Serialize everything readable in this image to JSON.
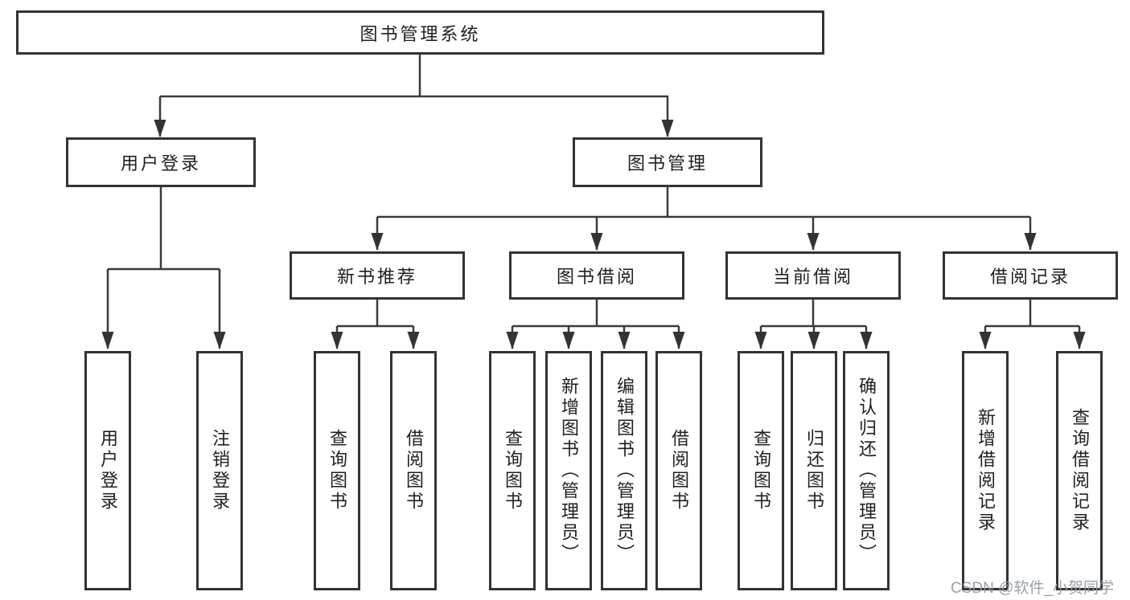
{
  "diagram": {
    "root": {
      "label": "图书管理系统"
    },
    "branches": [
      {
        "label": "用户登录",
        "children": [
          {
            "label": "用户登录"
          },
          {
            "label": "注销登录"
          }
        ]
      },
      {
        "label": "图书管理",
        "children": [
          {
            "label": "新书推荐",
            "children": [
              {
                "label": "查询图书"
              },
              {
                "label": "借阅图书"
              }
            ]
          },
          {
            "label": "图书借阅",
            "children": [
              {
                "label": "查询图书"
              },
              {
                "label": "新增图书（管理员）"
              },
              {
                "label": "编辑图书（管理员）"
              },
              {
                "label": "借阅图书"
              }
            ]
          },
          {
            "label": "当前借阅",
            "children": [
              {
                "label": "查询图书"
              },
              {
                "label": "归还图书"
              },
              {
                "label": "确认归还（管理员）"
              }
            ]
          },
          {
            "label": "借阅记录",
            "children": [
              {
                "label": "新增借阅记录"
              },
              {
                "label": "查询借阅记录"
              }
            ]
          }
        ]
      }
    ]
  },
  "watermark": {
    "text": "CSDN @软件_小贺同学"
  },
  "colors": {
    "line": "#3a3a3a",
    "box_border": "#333333",
    "text": "#1f1f1f",
    "watermark": "#9499a3",
    "background": "#ffffff"
  }
}
